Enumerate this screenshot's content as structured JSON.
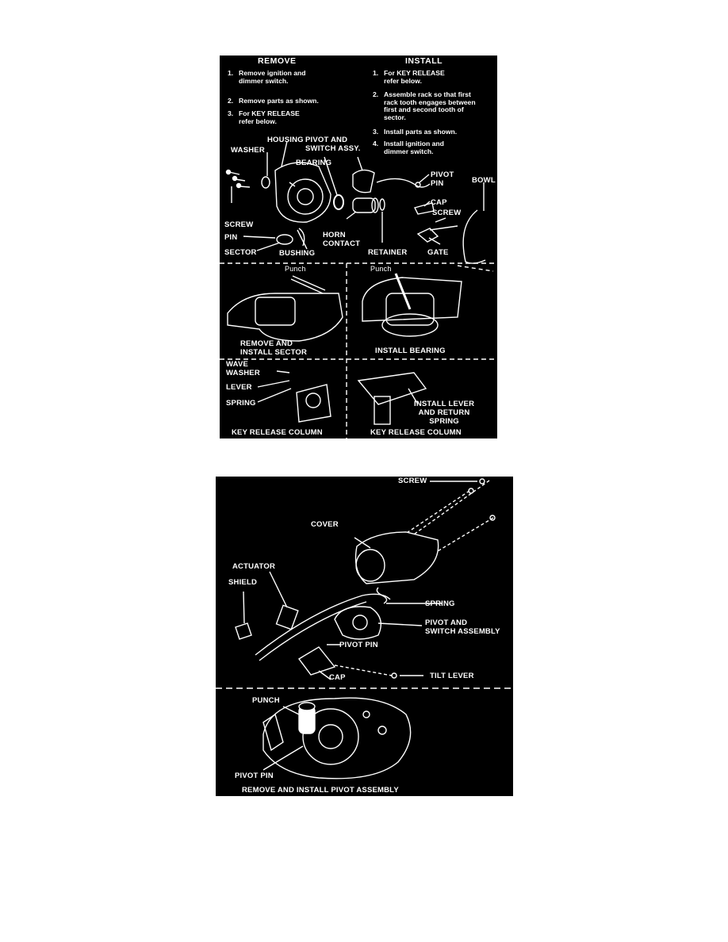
{
  "top_panel": {
    "remove": {
      "heading": "REMOVE",
      "steps": [
        {
          "num": "1.",
          "text": "Remove ignition and\ndimmer switch."
        },
        {
          "num": "2.",
          "text": "Remove parts as shown."
        },
        {
          "num": "3.",
          "text": "For KEY RELEASE\nrefer below."
        }
      ]
    },
    "install": {
      "heading": "INSTALL",
      "steps": [
        {
          "num": "1.",
          "text": "For KEY RELEASE\nrefer below."
        },
        {
          "num": "2.",
          "text": "Assemble rack so that first\nrack tooth engages between\nfirst and second tooth of\nsector."
        },
        {
          "num": "3.",
          "text": "Install parts as shown."
        },
        {
          "num": "4.",
          "text": "Install ignition and\ndimmer switch."
        }
      ]
    },
    "labels": {
      "housing": "HOUSING",
      "pivot_switch_assy": "PIVOT AND\nSWITCH ASSY.",
      "washer": "WASHER",
      "bearing": "BEARING",
      "pivot_pin": "PIVOT\nPIN",
      "bowl": "BOWL",
      "cap": "CAP",
      "screw_right": "SCREW",
      "screw_left": "SCREW",
      "pin": "PIN",
      "horn_contact": "HORN\nCONTACT",
      "sector": "SECTOR",
      "bushing": "BUSHING",
      "retainer": "RETAINER",
      "gate": "GATE"
    },
    "sub_left": {
      "punch": "Punch",
      "caption": "REMOVE AND\nINSTALL SECTOR"
    },
    "sub_right": {
      "punch": "Punch",
      "caption": "INSTALL BEARING"
    },
    "key_left": {
      "wave_washer": "WAVE\nWASHER",
      "lever": "LEVER",
      "spring": "SPRING",
      "caption": "KEY RELEASE COLUMN"
    },
    "key_right": {
      "install_lever": "INSTALL LEVER\nAND RETURN\nSPRING",
      "caption": "KEY RELEASE COLUMN"
    }
  },
  "bottom_panel": {
    "labels": {
      "screw": "SCREW",
      "cover": "COVER",
      "actuator": "ACTUATOR",
      "shield": "SHIELD",
      "spring": "SPRING",
      "pivot_switch_assembly": "PIVOT AND\nSWITCH ASSEMBLY",
      "pivot_pin": "PIVOT PIN",
      "cap": "CAP",
      "tilt_lever": "TILT LEVER"
    },
    "sub": {
      "punch": "PUNCH",
      "pivot_pin": "PIVOT PIN",
      "caption": "REMOVE AND INSTALL PIVOT ASSEMBLY"
    }
  },
  "colors": {
    "panel_bg": "#000000",
    "ink": "#ffffff",
    "page_bg": "#ffffff"
  }
}
